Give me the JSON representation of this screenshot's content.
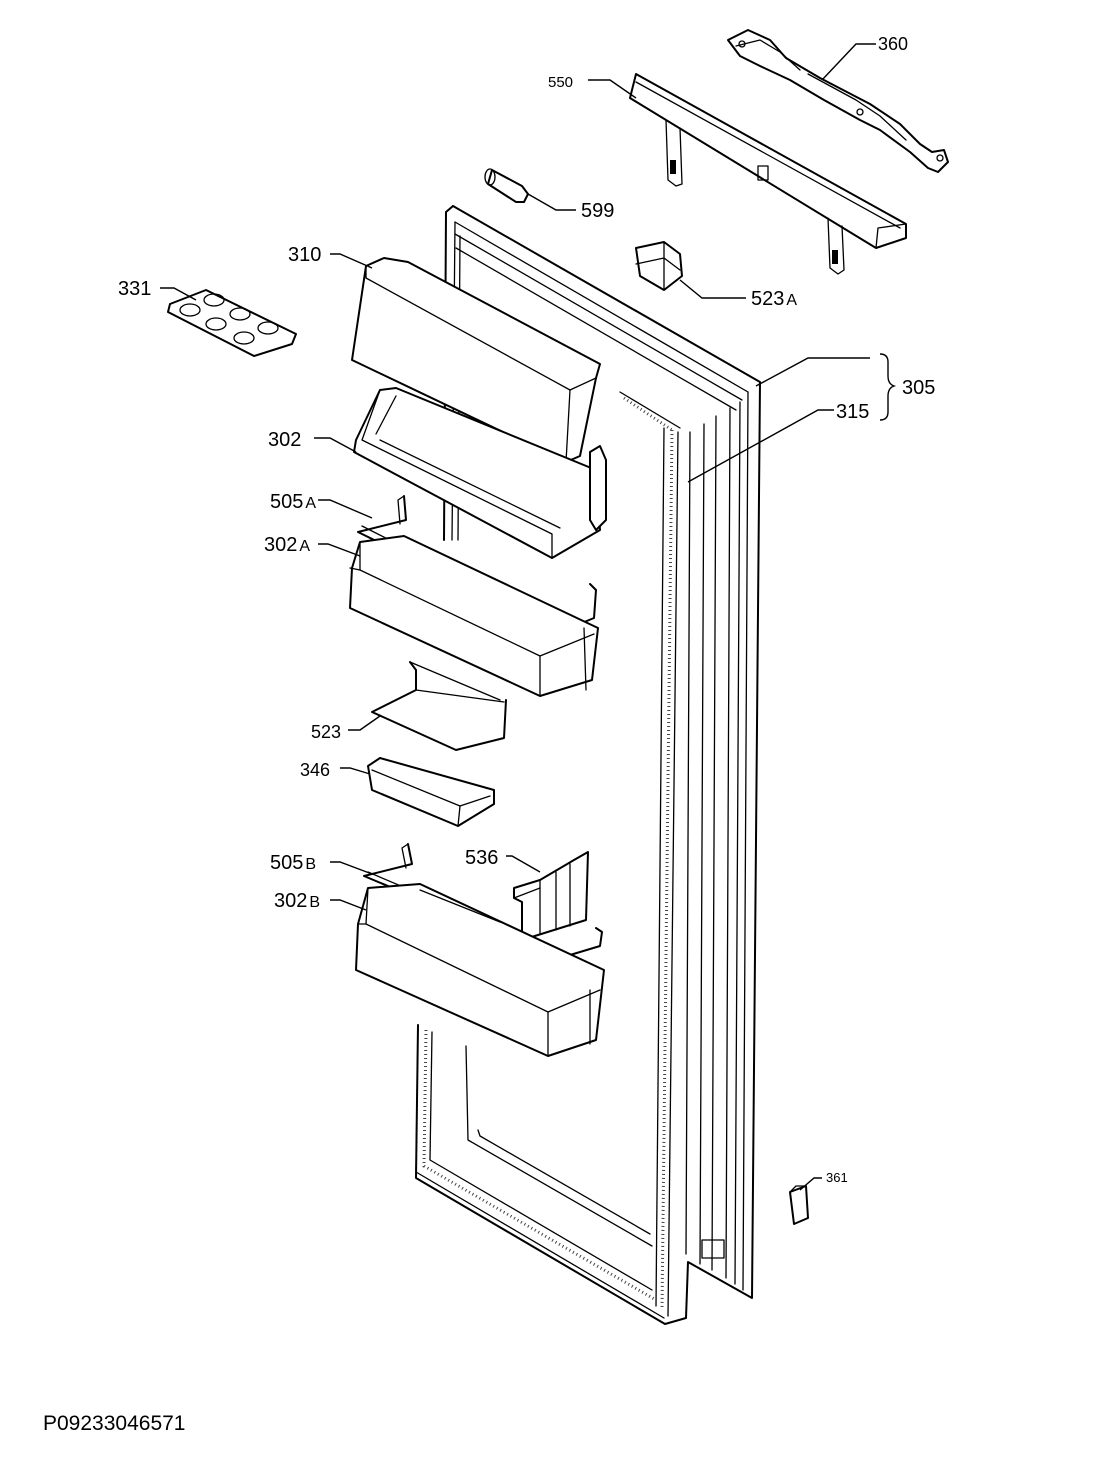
{
  "labels": {
    "l360": "360",
    "l550": "550",
    "l599": "599",
    "l310": "310",
    "l331": "331",
    "l523a": "523",
    "l523a_suffix": "A",
    "l305": "305",
    "l315": "315",
    "l302": "302",
    "l505a": "505",
    "l505a_suffix": "A",
    "l302a": "302",
    "l302a_suffix": "A",
    "l523": "523",
    "l346": "346",
    "l505b": "505",
    "l505b_suffix": "B",
    "l536": "536",
    "l302b": "302",
    "l302b_suffix": "B",
    "l361": "361"
  },
  "drawing_code": "P09233046571"
}
